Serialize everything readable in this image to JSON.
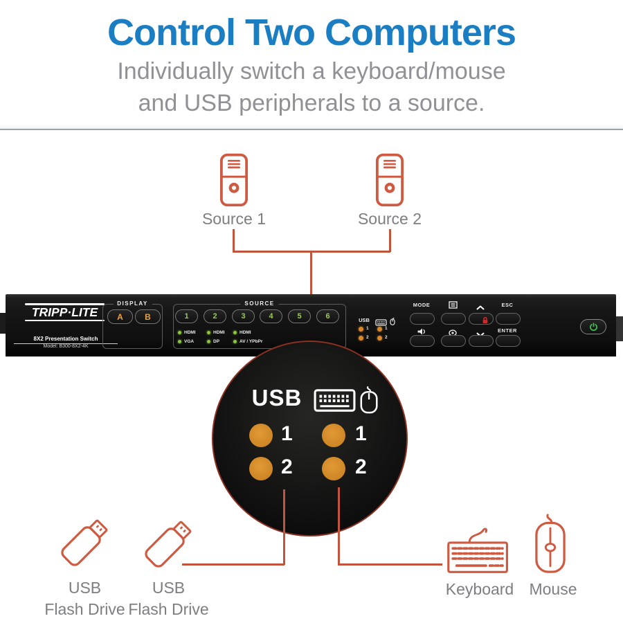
{
  "header": {
    "title": "Control Two Computers",
    "subtitle_line1": "Individually switch a keyboard/mouse",
    "subtitle_line2": "and USB peripherals to a source."
  },
  "sources": {
    "source1": "Source 1",
    "source2": "Source 2"
  },
  "device": {
    "brand": "TRIPP·LITE",
    "product_name": "8X2 Presentation Switch",
    "model": "Model: B300-8X2-4K",
    "display": {
      "label": "DISPLAY",
      "button_a": "A",
      "button_b": "B"
    },
    "source": {
      "label": "SOURCE",
      "buttons": [
        "1",
        "2",
        "3",
        "4",
        "5",
        "6"
      ],
      "leds": [
        {
          "top": "HDMI",
          "bottom": "VGA"
        },
        {
          "top": "HDMI",
          "bottom": "DP"
        },
        {
          "top": "HDMI",
          "bottom": "AV / YPbPr"
        }
      ]
    },
    "usb_km": {
      "usb_label": "USB",
      "col1": [
        "1",
        "2"
      ],
      "col2": [
        "1",
        "2"
      ]
    },
    "controls": {
      "mode": "MODE",
      "esc": "ESC",
      "enter": "ENTER"
    }
  },
  "magnifier": {
    "usb_label": "USB",
    "usb_leds": [
      "1",
      "2"
    ],
    "km_leds": [
      "1",
      "2"
    ]
  },
  "peripherals": {
    "flash1": {
      "line1": "USB",
      "line2": "Flash Drive"
    },
    "flash2": {
      "line1": "USB",
      "line2": "Flash Drive"
    },
    "keyboard": "Keyboard",
    "mouse": "Mouse"
  },
  "colors": {
    "title_blue": "#1b7ec2",
    "accent_orange": "#cd5a41",
    "connector_orange": "#c0543c",
    "led_orange": "#d8882a",
    "led_green": "#8dc63f",
    "source_green": "#9acd4e",
    "display_amber": "#e8a33d",
    "lock_red": "#cf2a2a",
    "power_green": "#3cb94d"
  },
  "icons": {
    "computer-tower": "outlined PC tower",
    "usb-flash-drive": "outlined USB stick",
    "keyboard": "outlined keyboard",
    "mouse": "outlined mouse",
    "menu": "OSD menu square",
    "speaker": "volume speaker",
    "autoscan": "circle with dot",
    "up-chevron": "∧",
    "down-chevron": "∨",
    "lock": "padlock",
    "power": "power symbol"
  }
}
